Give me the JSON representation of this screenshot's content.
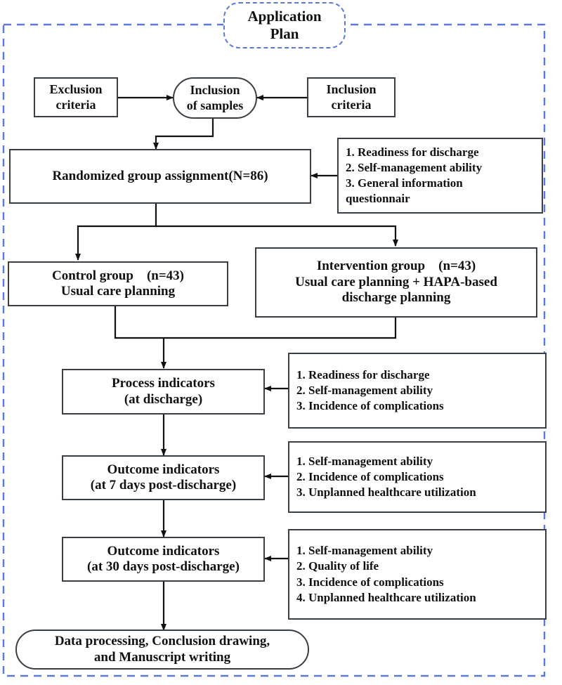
{
  "diagram": {
    "title": {
      "line1": "Application",
      "line2": "Plan"
    },
    "border_color": "#5b79d8",
    "box_border_color": "#3a3f45",
    "nodes": {
      "exclusion_criteria": {
        "line1": "Exclusion",
        "line2": "criteria"
      },
      "inclusion_of_samples": {
        "line1": "Inclusion",
        "line2": "of samples"
      },
      "inclusion_criteria": {
        "line1": "Inclusion",
        "line2": "criteria"
      },
      "randomized_assignment": {
        "line1": "Randomized group assignment(N=86)"
      },
      "control_group": {
        "line1": "Control group　(n=43)",
        "line2": "Usual care planning"
      },
      "intervention_group": {
        "line1": "Intervention group　(n=43)",
        "line2": "Usual care planning + HAPA-based",
        "line3": "discharge planning"
      },
      "process_indicators": {
        "line1": "Process indicators",
        "line2": "(at discharge)"
      },
      "outcome_indicators_7d": {
        "line1": "Outcome indicators",
        "line2": "(at 7 days post-discharge)"
      },
      "outcome_indicators_30d": {
        "line1": "Outcome indicators",
        "line2": "(at 30 days post-discharge)"
      },
      "final_step": {
        "line1": "Data processing, Conclusion drawing,",
        "line2": "and Manuscript writing"
      }
    },
    "panels": {
      "baseline_measures": {
        "items": [
          "1. Readiness for discharge",
          "2. Self-management ability",
          "3. General information",
          "questionnair"
        ]
      },
      "process_measures": {
        "items": [
          "1. Readiness for discharge",
          "2. Self-management ability",
          "3. Incidence of complications"
        ]
      },
      "outcome_measures_7d": {
        "items": [
          "1. Self-management ability",
          "2. Incidence of complications",
          "3. Unplanned healthcare utilization"
        ]
      },
      "outcome_measures_30d": {
        "items": [
          "1. Self-management ability",
          "2. Quality of life",
          "3. Incidence of complications",
          "4. Unplanned healthcare utilization"
        ]
      }
    }
  }
}
